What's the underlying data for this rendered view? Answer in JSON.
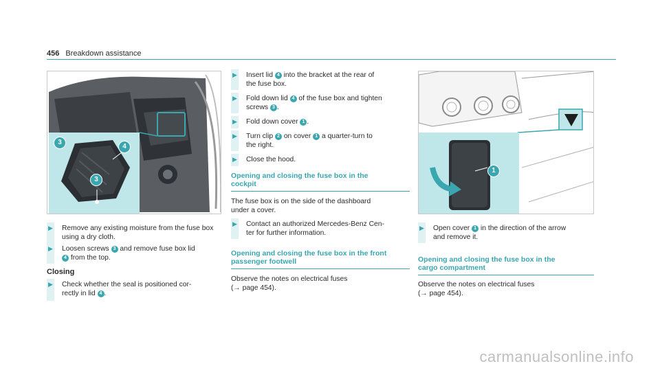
{
  "header": {
    "page_number": "456",
    "title": "Breakdown assistance"
  },
  "col1": {
    "steps": [
      {
        "parts": [
          "Remove any existing moisture from the fuse box using a dry cloth."
        ]
      },
      {
        "line1a": "Loosen screws ",
        "n1": "3",
        "line1b": " and remove fuse box lid",
        "n2": "4",
        "line2": " from the top."
      }
    ],
    "closing_heading": "Closing",
    "closing_step": {
      "a": "Check whether the seal is positioned cor-",
      "b": "rectly in lid ",
      "n": "4",
      "c": "."
    }
  },
  "col2": {
    "steps": [
      {
        "a": "Insert lid ",
        "n": "4",
        "b": " into the bracket at the rear of",
        "c": "the fuse box."
      },
      {
        "a": "Fold down lid ",
        "n": "4",
        "b": " of the fuse box and tighten",
        "c": "screws ",
        "n2": "3",
        "d": "."
      },
      {
        "a": "Fold down cover ",
        "n": "1",
        "b": "."
      },
      {
        "a": "Turn clip ",
        "n": "2",
        "b": " on cover ",
        "n2": "1",
        "c": " a quarter-turn to",
        "d": "the right."
      },
      {
        "a": "Close the hood."
      }
    ],
    "section_cockpit": {
      "heading_l1": "Opening and closing the fuse box in the",
      "heading_l2": "cockpit",
      "para_l1": "The fuse box is on the side of the dashboard",
      "para_l2": "under a cover.",
      "step_l1": "Contact an authorized Mercedes-Benz Cen-",
      "step_l2": "ter for further information."
    },
    "section_footwell": {
      "heading_l1": "Opening and closing the fuse box in the front",
      "heading_l2": "passenger footwell",
      "para_l1": "Observe the notes on electrical fuses",
      "para_l2": "(→ page 454)."
    }
  },
  "col3": {
    "step": {
      "a": "Open cover ",
      "n": "1",
      "b": " in the direction of the arrow",
      "c": "and remove it."
    },
    "section_cargo": {
      "heading_l1": "Opening and closing the fuse box in the",
      "heading_l2": "cargo compartment",
      "para_l1": "Observe the notes on electrical fuses",
      "para_l2": "(→ page 454)."
    }
  },
  "figures": {
    "fig1_callouts": [
      "3",
      "4",
      "3"
    ],
    "fig2_callouts": [
      "1"
    ]
  },
  "watermark": "carmanualsonline.info",
  "colors": {
    "accent": "#3aa6b0",
    "highlight": "#bfe7ea",
    "bar": "#dff1f3"
  }
}
